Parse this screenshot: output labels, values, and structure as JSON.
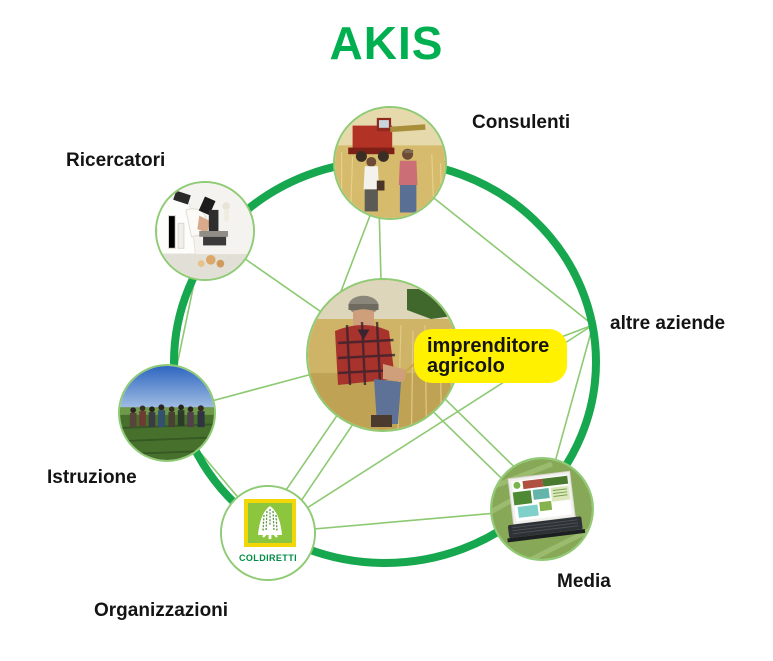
{
  "title": "AKIS",
  "colors": {
    "title_green": "#00b050",
    "ring_green": "#17a74e",
    "connector_green": "#8dc972",
    "node_border_green": "#8fcb74",
    "highlight_yellow": "#fff100",
    "label_text": "#141414",
    "coldiretti_green": "#008c44",
    "coldiretti_yellow": "#f2d606"
  },
  "center_node": {
    "label": "imprenditore agricolo",
    "photo": "farmer-kneeling-in-wheat-field"
  },
  "nodes": [
    {
      "id": "consulenti",
      "label": "Consulenti",
      "photo": "combine-harvester-with-two-farmers"
    },
    {
      "id": "ricercatori",
      "label": "Ricercatori",
      "photo": "scientist-using-microscope"
    },
    {
      "id": "altre-aziende",
      "label": "altre aziende",
      "photo": null
    },
    {
      "id": "istruzione",
      "label": "Istruzione",
      "photo": "group-of-people-in-green-field"
    },
    {
      "id": "organizzazioni",
      "label": "Organizzazioni",
      "photo": "coldiretti-logo",
      "logo_text": "COLDIRETTI"
    },
    {
      "id": "media",
      "label": "Media",
      "photo": "laptop-showing-website-on-grass"
    }
  ],
  "connections": [
    [
      "imprenditore agricolo",
      "Consulenti"
    ],
    [
      "imprenditore agricolo",
      "Ricercatori"
    ],
    [
      "imprenditore agricolo",
      "Istruzione"
    ],
    [
      "imprenditore agricolo",
      "Organizzazioni"
    ],
    [
      "imprenditore agricolo",
      "Media"
    ],
    [
      "imprenditore agricolo",
      "altre aziende"
    ],
    [
      "Consulenti",
      "altre aziende"
    ],
    [
      "Media",
      "altre aziende"
    ],
    [
      "Organizzazioni",
      "altre aziende"
    ],
    [
      "Organizzazioni",
      "Media"
    ],
    [
      "Ricercatori",
      "Istruzione"
    ],
    [
      "Istruzione",
      "Organizzazioni"
    ]
  ]
}
